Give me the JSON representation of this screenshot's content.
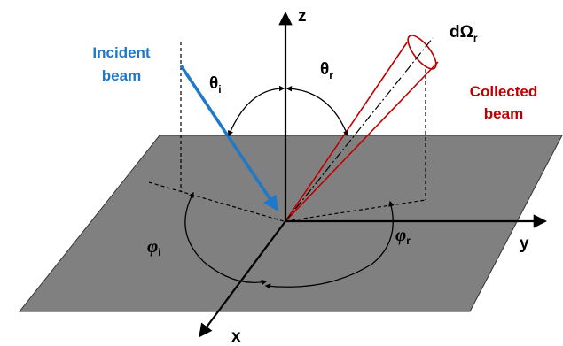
{
  "labels": {
    "incident_line1": "Incident",
    "incident_line2": "beam",
    "collected_line1": "Collected",
    "collected_line2": "beam",
    "z_axis": "z",
    "y_axis": "y",
    "x_axis": "x",
    "theta": "θ",
    "theta_i_sub": "i",
    "theta_r_sub": "r",
    "phi": "φ",
    "phi_i_sub": "i",
    "phi_r_sub": "r",
    "solid_angle": "dΩ",
    "solid_angle_sub": "r"
  },
  "colors": {
    "plane": "#808080",
    "incident": "#1f78c8",
    "collected": "#c00000",
    "axes": "#000000"
  }
}
